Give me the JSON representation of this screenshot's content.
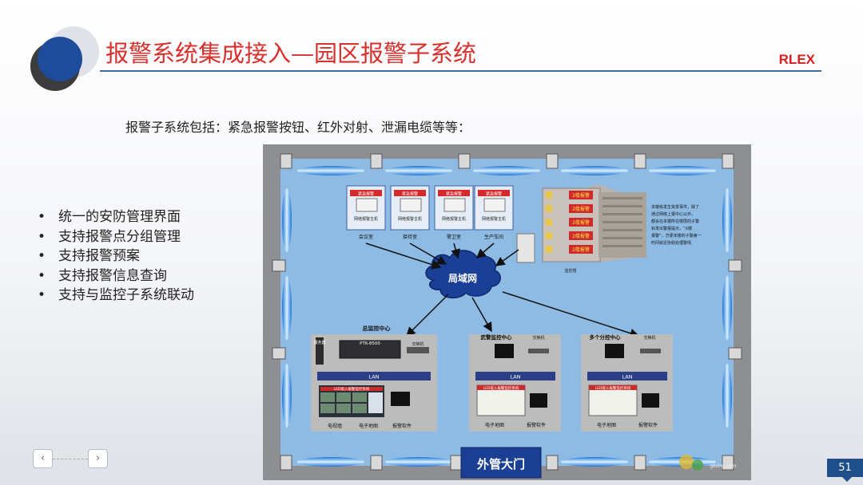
{
  "slide": {
    "title": "报警系统集成接入—园区报警子系统",
    "brand": "RLEX",
    "subtitle": "报警子系统包括：紧急报警按钮、红外对射、泄漏电缆等等：",
    "bullets": [
      "统一的安防管理界面",
      "支持报警点分组管理",
      "支持报警预案",
      "支持报警信息查询",
      "支持与监控子系统联动"
    ],
    "page_number": "51",
    "nav": {
      "prev": "‹",
      "next": "›"
    }
  },
  "diagram": {
    "network_label": "局域网",
    "gate_label": "外管大门",
    "watermark": "gkong.com",
    "alarm_panels": [
      {
        "caption": "会议室",
        "header": "紧急报警",
        "panel_text": "网络报警主机"
      },
      {
        "caption": "接待室",
        "header": "紧急报警",
        "panel_text": "网络报警主机"
      },
      {
        "caption": "警卫室",
        "header": "紧急报警",
        "panel_text": "网络报警主机"
      },
      {
        "caption": "生产车间",
        "header": "紧急报警",
        "panel_text": "网络报警主机"
      }
    ],
    "building": {
      "alarm_tag": "2楼报警",
      "caption": "监控楼",
      "note": [
        "本楼栋发生突发事件，除了",
        "通过网络上报中心以外，",
        "都会在本楼所在楼层的子警",
        "铃发出警报提示，“X楼",
        "报警”，方便本楼的子警第一",
        "时间就近协助处理警情"
      ]
    },
    "centers": [
      {
        "title": "总监控中心",
        "device": "PTK-8500",
        "server": "服务器",
        "switch": "交换机",
        "lan": "LAN",
        "screen": "LED嵌入报警监控系统",
        "items": [
          "电视墙",
          "电子地图",
          "报警软件"
        ]
      },
      {
        "title": "武警监控中心",
        "switch": "交换机",
        "lan": "LAN",
        "screen": "LED嵌入报警监控系统",
        "items": [
          "电子地图",
          "报警软件"
        ]
      },
      {
        "title": "多个分控中心",
        "switch": "交换机",
        "lan": "LAN",
        "screen": "LED嵌入报警监控系统",
        "items": [
          "电子地图",
          "报警软件"
        ]
      }
    ],
    "colors": {
      "field": "#8ebbe4",
      "border": "#8a8a8a",
      "beam": "#3b9af0",
      "lan": "#2a3f86"
    }
  }
}
